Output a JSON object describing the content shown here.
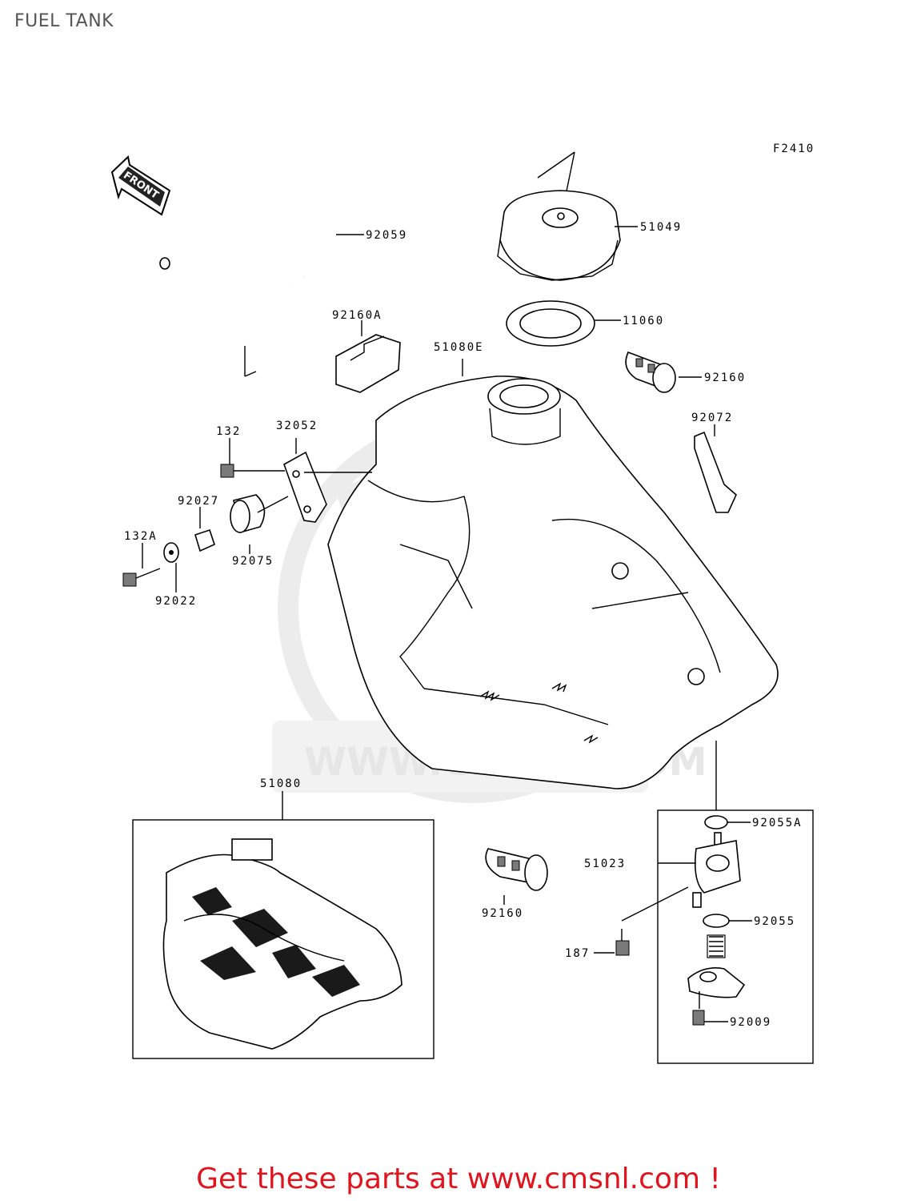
{
  "header": {
    "title": "FUEL TANK"
  },
  "figure": {
    "code": "F2410",
    "front_label": "FRONT"
  },
  "watermark": {
    "text": "WWW.CMSNL.COM"
  },
  "parts": {
    "p92059": "92059",
    "p51049": "51049",
    "p11060": "11060",
    "p92160A": "92160A",
    "p51080E": "51080E",
    "p92160_top": "92160",
    "p92072": "92072",
    "p132": "132",
    "p32052": "32052",
    "p92027": "92027",
    "p132A": "132A",
    "p92075": "92075",
    "p92022": "92022",
    "p51080": "51080",
    "p92160_bottom": "92160",
    "p92055A": "92055A",
    "p51023": "51023",
    "p92055": "92055",
    "p187": "187",
    "p92009": "92009"
  },
  "footer": {
    "cta": "Get these parts at www.cmsnl.com !",
    "cta_color": "#e0141c"
  }
}
